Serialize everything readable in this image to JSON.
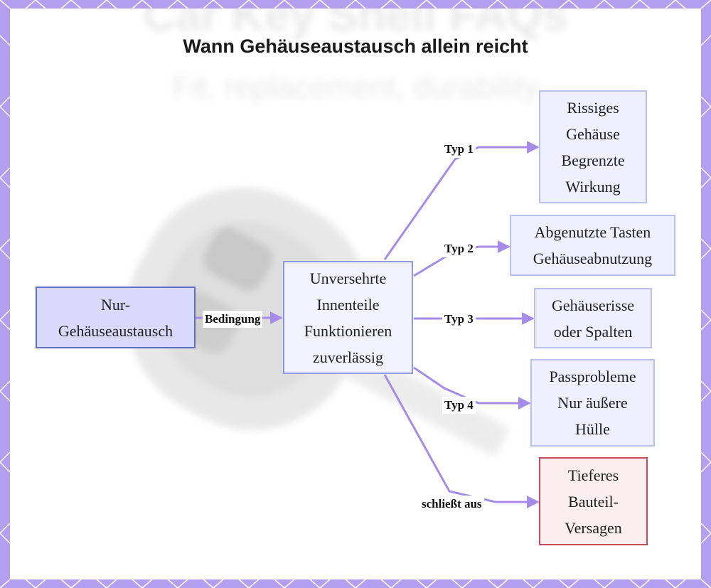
{
  "title": "Wann Gehäuseaustausch allein reicht",
  "watermark": {
    "title": "Car Key Shell FAQs",
    "subtitle": "Fit, replacement, durability"
  },
  "nodes": {
    "main": "Nur-\nGehäuseaustausch",
    "condition": "Unversehrte\nInnenteile\nFunktionieren\nzuverlässig",
    "type1": "Rissiges\nGehäuse\nBegrenzte\nWirkung",
    "type2": "Abgenutzte Tasten\nGehäuseabnutzung",
    "type3": "Gehäuserisse\noder Spalten",
    "type4": "Passprobleme\nNur äußere\nHülle",
    "exclude": "Tieferes\nBauteil-\nVersagen"
  },
  "edges": {
    "condition": "Bedingung",
    "type1": "Typ 1",
    "type2": "Typ 2",
    "type3": "Typ 3",
    "type4": "Typ 4",
    "exclude": "schließt aus"
  },
  "colors": {
    "frame": "#b49ef0",
    "connector": "#a68ce8",
    "main_fill": "#d9d9fb",
    "main_border": "#5b6fc4",
    "exclude_border": "#c9495f"
  }
}
